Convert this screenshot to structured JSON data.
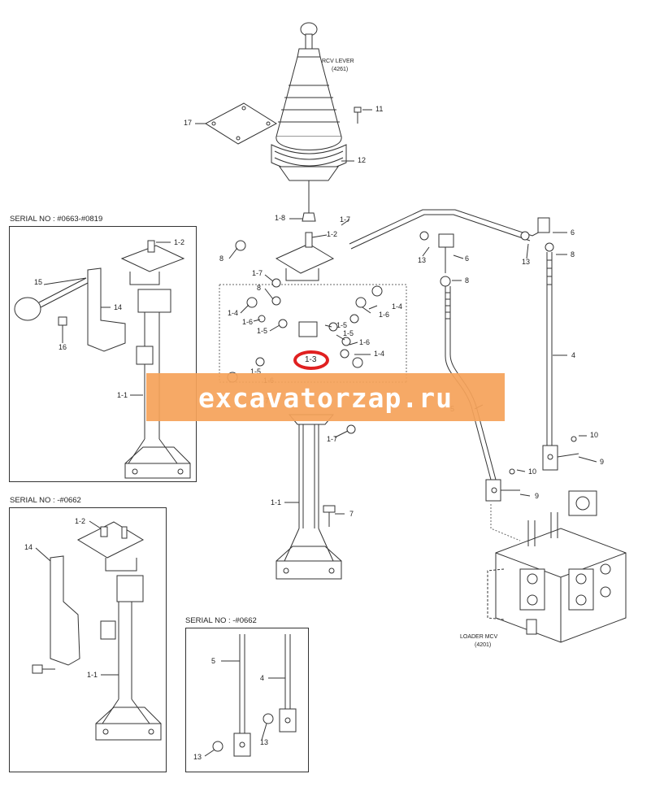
{
  "serial_boxes": [
    {
      "label": "SERIAL NO : #0663-#0819"
    },
    {
      "label": "SERIAL NO : -#0662"
    },
    {
      "label": "SERIAL NO : -#0662"
    }
  ],
  "annotations": {
    "rcv_lever": "RCV LEVER",
    "rcv_lever_code": "(4261)",
    "loader_mcv": "LOADER MCV",
    "loader_mcv_code": "(4201)"
  },
  "part_numbers": {
    "p17": "17",
    "p11": "11",
    "p12": "12",
    "p1_8": "1-8",
    "p1_7a": "1-7",
    "p1_2_main": "1-2",
    "p8a": "8",
    "p1_7b": "1-7",
    "p8b": "8",
    "p1_4a": "1-4",
    "p1_6a": "1-6",
    "p1_5a": "1-5",
    "p1_5b": "1-5",
    "p1_5c": "1-5",
    "p1_4b": "1-4",
    "p1_6b": "1-6",
    "p1_6c": "1-6",
    "p1_4c": "1-4",
    "p1_5d": "1-5",
    "p1_6d": "1-6",
    "p1_7c": "1-7",
    "p1_7d": "1-7",
    "p1_1_main": "1-1",
    "p7": "7",
    "p13a": "13",
    "p6a": "6",
    "p8c": "8",
    "p5_main": "5",
    "p13b": "13",
    "p6b": "6",
    "p8d": "8",
    "p4_main": "4",
    "p10a": "10",
    "p9a": "9",
    "p10b": "10",
    "p9b": "9",
    "s1_p1_2": "1-2",
    "s1_p15": "15",
    "s1_p14": "14",
    "s1_p16": "16",
    "s1_p1_1": "1-1",
    "s2_p1_2": "1-2",
    "s2_p14": "14",
    "s2_p1_1": "1-1",
    "s3_p5": "5",
    "s3_p4": "4",
    "s3_p13a": "13",
    "s3_p13b": "13"
  },
  "highlight": {
    "label": "1-3",
    "color": "#e02020"
  },
  "watermark": {
    "text": "excavatorzap.ru",
    "band_color": "#f5a25a"
  },
  "colors": {
    "line": "#333333"
  }
}
